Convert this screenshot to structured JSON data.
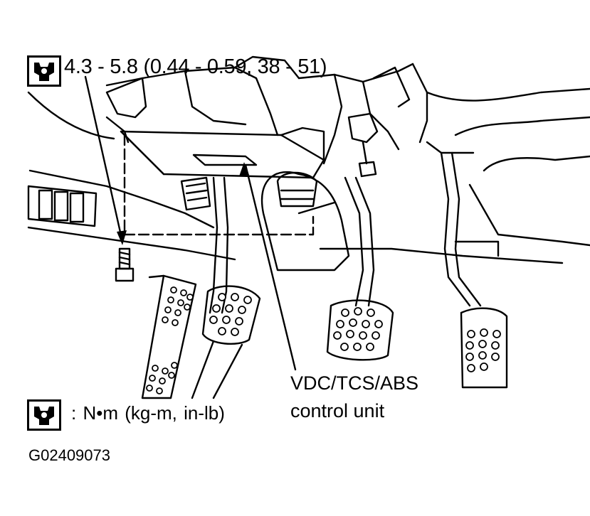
{
  "diagram": {
    "torque_spec": "4.3 - 5.8 (0.44 - 0.59, 38 - 51)",
    "component_label_line1": "VDC/TCS/ABS",
    "component_label_line2": "control unit",
    "legend_text": ":  N•m  (kg-m,  in-lb)",
    "figure_code": "G02409073",
    "icons": {
      "torque_symbol": "torque-wrench-icon"
    },
    "colors": {
      "ink": "#000000",
      "paper": "#ffffff"
    }
  }
}
